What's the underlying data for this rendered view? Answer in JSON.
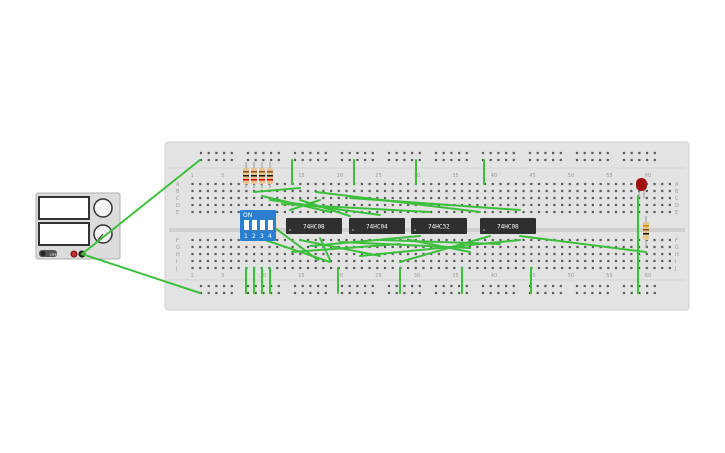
{
  "board": {
    "column_numbers": [
      "1",
      "5",
      "10",
      "15",
      "20",
      "25",
      "30",
      "35",
      "40",
      "45",
      "50",
      "55",
      "60"
    ],
    "row_letters_top": [
      "A",
      "B",
      "C",
      "D",
      "E"
    ],
    "row_letters_bottom": [
      "F",
      "G",
      "H",
      "I",
      "J"
    ]
  },
  "chips": [
    {
      "label": "74HC08"
    },
    {
      "label": "74HC04"
    },
    {
      "label": "74HC32"
    },
    {
      "label": "74HC08"
    }
  ],
  "dip_switch": {
    "label": "ON",
    "numbers": [
      "1",
      "2",
      "3",
      "4"
    ]
  },
  "power_supply": {
    "label": "",
    "button_label": "OFF"
  },
  "colors": {
    "board": "#e3e3e3",
    "wire": "#3dbf3d",
    "chip": "#2f2f2f",
    "dip": "#2a7fd1",
    "led": "#a01212",
    "rail_red": "#e06060",
    "rail_blue": "#6080e0"
  }
}
